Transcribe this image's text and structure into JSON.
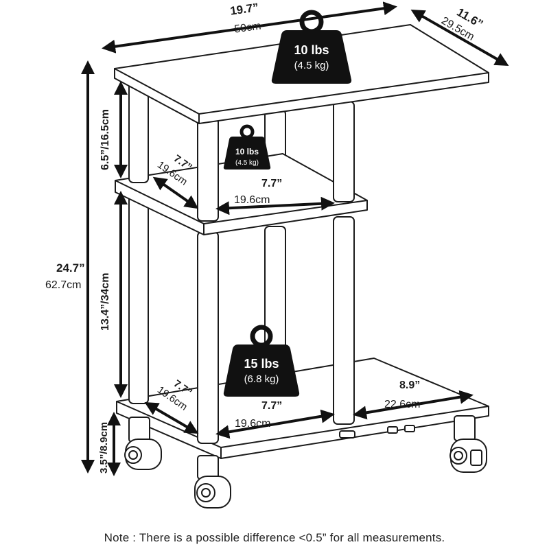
{
  "dimensions": {
    "top_width_in": "19.7”",
    "top_width_cm": "50cm",
    "top_depth_in": "11.6”",
    "top_depth_cm": "29.5cm",
    "total_height_in": "24.7”",
    "total_height_cm": "62.7cm",
    "upper_gap": "6.5”/16.5cm",
    "middle_gap": "13.4”/34cm",
    "caster_height": "3.5”/8.9cm",
    "mid_shelf_depth_in": "7.7”",
    "mid_shelf_depth_cm": "19.6cm",
    "mid_shelf_width_in": "7.7”",
    "mid_shelf_width_cm": "19.6cm",
    "bottom_depth_in": "7.7”",
    "bottom_depth_cm": "19.6cm",
    "bottom_width_in": "7.7”",
    "bottom_width_cm": "19.6cm",
    "bottom_right_in": "8.9”",
    "bottom_right_cm": "22.6cm"
  },
  "weights": {
    "top_lbs": "10 lbs",
    "top_kg": "(4.5 kg)",
    "middle_lbs": "10 lbs",
    "middle_kg": "(4.5 kg)",
    "bottom_lbs": "15 lbs",
    "bottom_kg": "(6.8 kg)"
  },
  "note": "Note : There is a possible difference <0.5” for all measurements.",
  "colors": {
    "ink": "#1a1a1a",
    "weight_fill": "#111111",
    "line": "#1a1a1a",
    "panel": "#ffffff"
  }
}
